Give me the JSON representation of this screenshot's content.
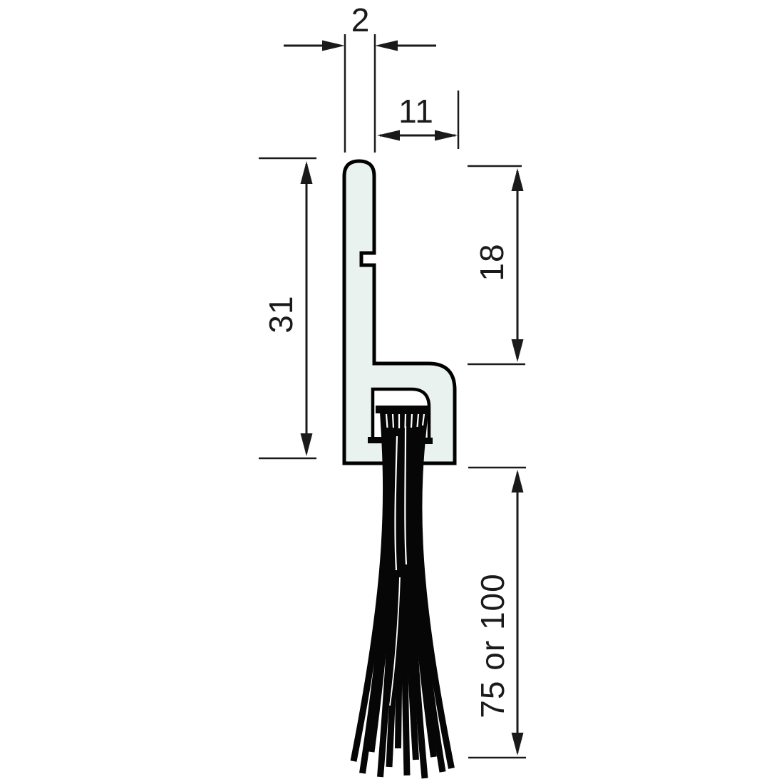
{
  "diagram": {
    "dimensions": {
      "top_width": "2",
      "flange_width": "11",
      "leg_height": "31",
      "flange_height": "18",
      "brush_length": "75 or 100"
    },
    "colors": {
      "profile_fill": "#e9f2ee",
      "channel_fill": "#ffffff",
      "outline": "#000000",
      "dimension_color": "#1a1a1a",
      "brush": "#060606",
      "background": "#ffffff"
    }
  }
}
